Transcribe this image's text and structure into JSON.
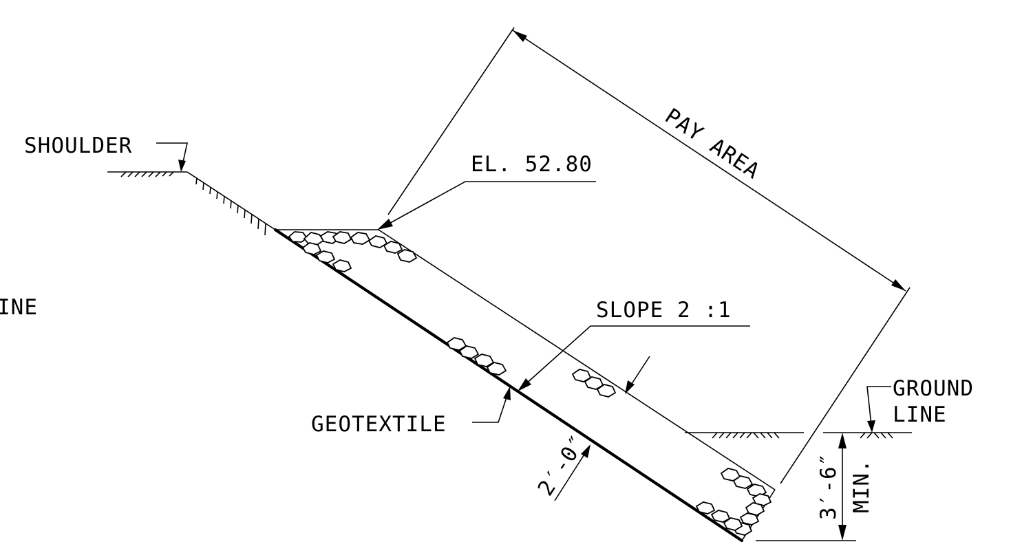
{
  "labels": {
    "shoulder": "SHOULDER",
    "elevation": "EL. 52.80",
    "pay_area": "PAY AREA",
    "slope": "SLOPE 2 :1",
    "geotextile": "GEOTEXTILE",
    "ground_line_1": "GROUND",
    "ground_line_2": "LINE",
    "thickness": "2′-0″",
    "depth": "3′-6″",
    "depth_min": "MIN.",
    "cut_off_left": "INE"
  }
}
